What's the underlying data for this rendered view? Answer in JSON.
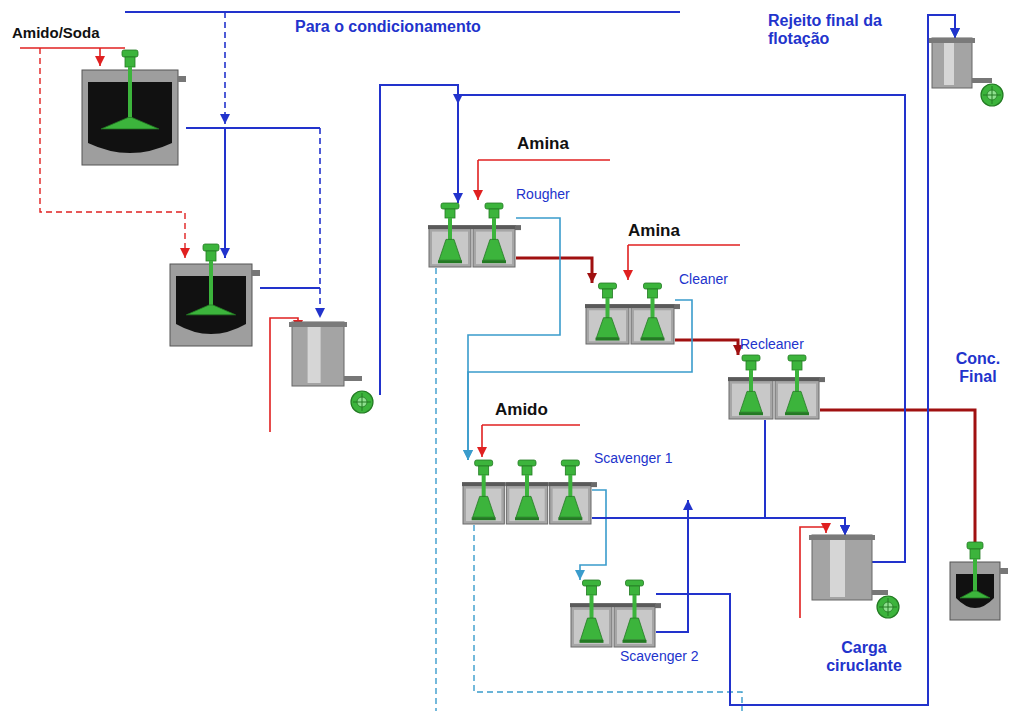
{
  "diagram": {
    "nodes": [
      {
        "text": [
          "Rejeito final da flotação"
        ]
      },
      {
        "text": [
          "Rougher"
        ]
      },
      {
        "text": [
          "Cleaner"
        ]
      },
      {
        "text": [
          "Recleaner"
        ]
      },
      {
        "text": [
          "Conc. Final"
        ]
      },
      {
        "text": [
          "Scavenger 1"
        ]
      },
      {
        "text": [
          "Scavenger 2"
        ]
      },
      {
        "text": [
          "Carga ciruclante"
        ]
      }
    ],
    "edges": [
      {
        "from": 1,
        "to": 2,
        "arrow": "to"
      },
      {
        "from": 2,
        "to": 3,
        "arrow": "to"
      },
      {
        "from": 3,
        "to": 4,
        "arrow": "to"
      },
      {
        "from": 1,
        "to": 5,
        "arrow": "to"
      },
      {
        "from": 2,
        "to": 5,
        "arrow": "to"
      },
      {
        "from": 3,
        "to": 7,
        "arrow": "to"
      },
      {
        "from": 5,
        "to": 6,
        "arrow": "to"
      },
      {
        "from": 5,
        "to": 7,
        "arrow": "to"
      },
      {
        "from": 6,
        "to": 7,
        "arrow": "to"
      },
      {
        "from": 6,
        "to": 0,
        "arrow": "to"
      },
      {
        "from": 7,
        "to": 1,
        "arrow": "to"
      },
      {
        "from": 1,
        "to": 0,
        "arrow": "to"
      },
      {
        "from": 5,
        "to": 0,
        "arrow": "to"
      }
    ],
    "labels": [
      "Para o condicionamento",
      "Amido/Soda",
      "Amina",
      "Amina",
      "Amido"
    ]
  }
}
